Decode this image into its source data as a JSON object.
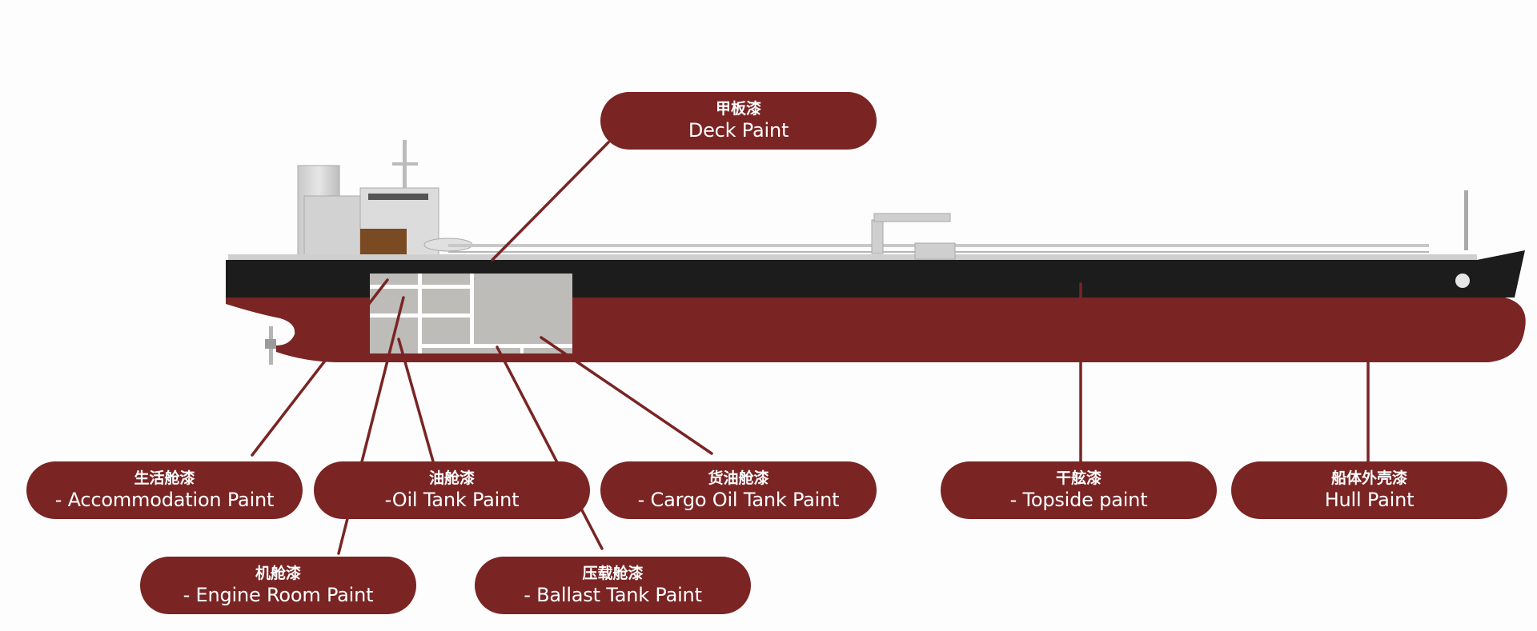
{
  "colors": {
    "accent": "#7a2424",
    "hull_red": "#7a2424",
    "topside_black": "#1c1c1c",
    "tank_grey": "#bdbcb8",
    "superstructure": "#d8d8d8",
    "background": "#fdfdfd"
  },
  "labels": [
    {
      "id": "deck",
      "zh": "甲板漆",
      "en": "Deck Paint"
    },
    {
      "id": "accommodation",
      "zh": "生活舱漆",
      "en": "- Accommodation Paint"
    },
    {
      "id": "oil-tank",
      "zh": "油舱漆",
      "en": "-Oil Tank Paint"
    },
    {
      "id": "cargo-oil-tank",
      "zh": "货油舱漆",
      "en": "- Cargo Oil Tank Paint"
    },
    {
      "id": "topside",
      "zh": "干舷漆",
      "en": "- Topside paint"
    },
    {
      "id": "hull",
      "zh": "船体外壳漆",
      "en": "Hull Paint"
    },
    {
      "id": "engine-room",
      "zh": "机舱漆",
      "en": "- Engine Room Paint"
    },
    {
      "id": "ballast-tank",
      "zh": "压载舱漆",
      "en": "- Ballast Tank Paint"
    }
  ]
}
